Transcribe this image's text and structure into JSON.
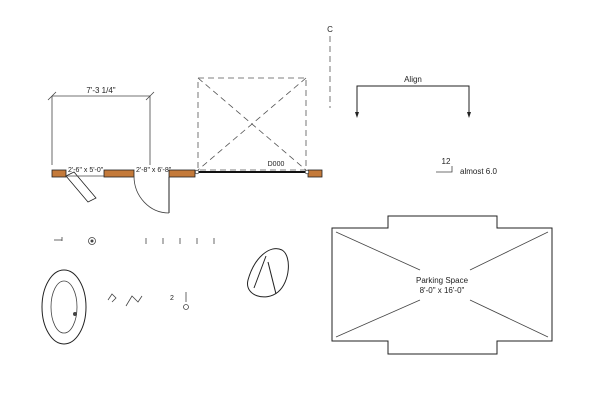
{
  "drawing": {
    "dimension_label": "7'-3 1/4\"",
    "door_1_label": "2'-6\" x 5'-0\"",
    "door_2_label": "2'-8\" x 6'-8\"",
    "opening_label": "D000",
    "centerline_symbol": "C",
    "align_label": "Align",
    "slope_value": "12",
    "slope_note": "almost 6.0",
    "parking_title": "Parking Space",
    "parking_size": "8'-0\" x 16'-0\"",
    "level_marker": "2"
  },
  "colors": {
    "wall_fill": "#c47a3a",
    "line": "#222222",
    "background": "#ffffff"
  }
}
